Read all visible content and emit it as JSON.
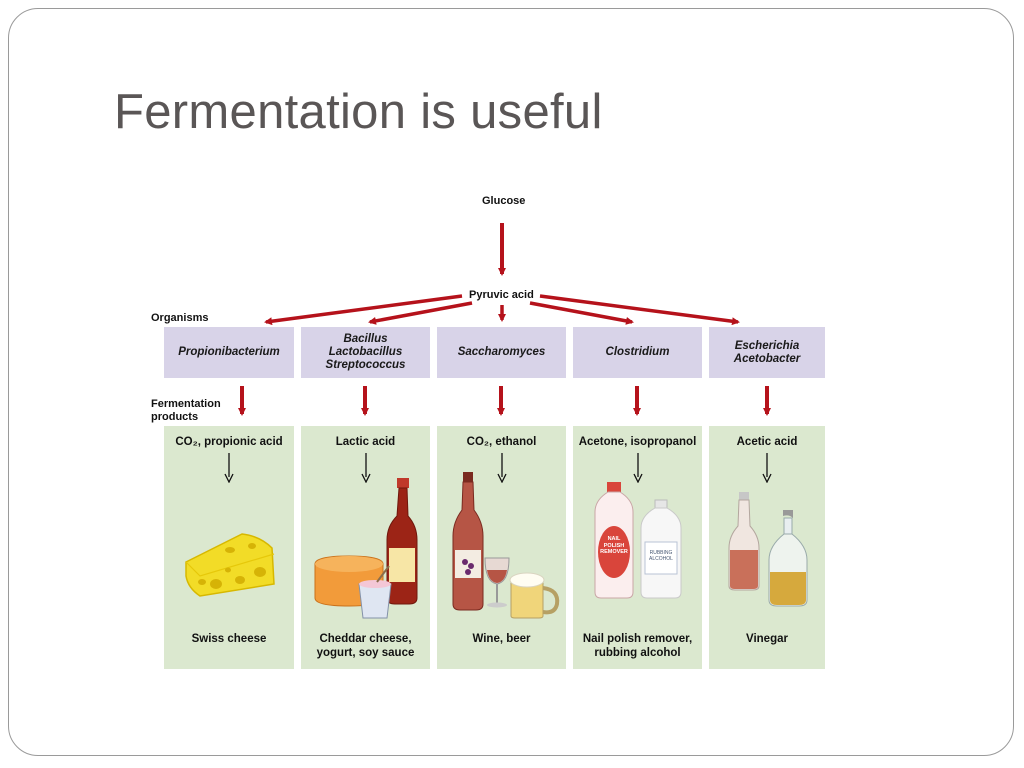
{
  "slide": {
    "title": "Fermentation is useful"
  },
  "diagram": {
    "glucose": "Glucose",
    "pyruvic_acid": "Pyruvic acid",
    "organisms_label": "Organisms",
    "fermentation_products_label": "Fermentation\nproducts",
    "columns": [
      {
        "organism": "Propionibacterium",
        "product": "CO₂, propionic acid",
        "food": "Swiss cheese",
        "icon": "swiss-cheese-icon"
      },
      {
        "organism": "Bacillus\nLactobacillus\nStreptococcus",
        "product": "Lactic acid",
        "food": "Cheddar cheese,\nyogurt, soy sauce",
        "icon": "cheddar-yogurt-soysauce-icon"
      },
      {
        "organism": "Saccharomyces",
        "product": "CO₂, ethanol",
        "food": "Wine, beer",
        "icon": "wine-beer-icon"
      },
      {
        "organism": "Clostridium",
        "product": "Acetone, isopropanol",
        "food": "Nail polish remover,\nrubbing alcohol",
        "icon": "nail-polish-rubbing-alcohol-icon"
      },
      {
        "organism": "Escherichia\nAcetobacter",
        "product": "Acetic acid",
        "food": "Vinegar",
        "icon": "vinegar-icon"
      }
    ],
    "bottle_labels": {
      "nail_polish": "NAIL\nPOLISH\nREMOVER",
      "rubbing_alcohol": "RUBBING\nALCOHOL"
    },
    "colors": {
      "arrow_red": "#b5121b",
      "organism_box": "#d8d3e8",
      "product_box": "#dbe8cf",
      "title_gray": "#5a5656"
    }
  }
}
